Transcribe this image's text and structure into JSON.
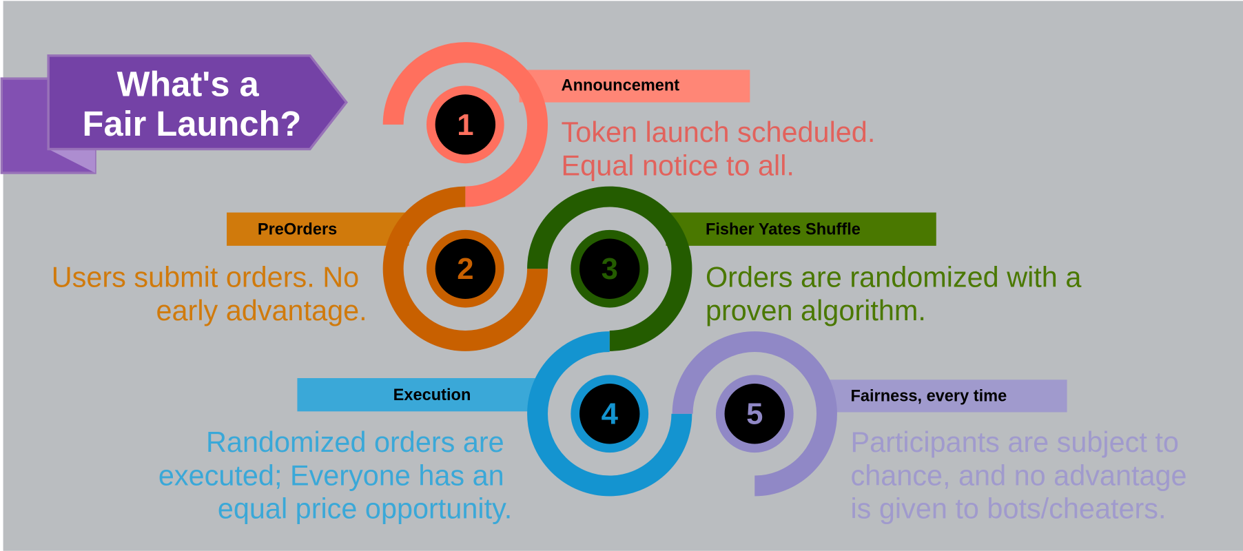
{
  "title": {
    "line1": "What's a",
    "line2": "Fair Launch?"
  },
  "colors": {
    "background": "#babdc0",
    "ribbon": "#7442a6",
    "ribbon_back": "#8250b2",
    "ribbon_fold": "#ad8dd0"
  },
  "steps": [
    {
      "number": "1",
      "label": "Announcement",
      "lines": [
        "Token launch scheduled.",
        "Equal notice to all."
      ],
      "ring": "#ff705e",
      "bar": "#ff8676",
      "text": "#e2625c"
    },
    {
      "number": "2",
      "label": "PreOrders",
      "lines": [
        "Users submit orders. No",
        "early advantage."
      ],
      "ring": "#c86000",
      "bar": "#d07a0c",
      "text": "#d07a0c"
    },
    {
      "number": "3",
      "label": "Fisher Yates Shuffle",
      "lines": [
        "Orders are randomized with a",
        "proven algorithm."
      ],
      "ring": "#245c00",
      "bar": "#4a7800",
      "text": "#4a7800"
    },
    {
      "number": "4",
      "label": "Execution",
      "lines": [
        "Randomized orders are",
        "executed; Everyone has an",
        "equal price opportunity."
      ],
      "ring": "#1494d0",
      "bar": "#3aa8d8",
      "text": "#3aa8d8"
    },
    {
      "number": "5",
      "label": "Fairness, every time",
      "lines": [
        "Participants are subject to",
        "chance, and no advantage",
        "is given to bots/cheaters."
      ],
      "ring": "#9088c6",
      "bar": "#a09acd",
      "text": "#a09acd"
    }
  ]
}
